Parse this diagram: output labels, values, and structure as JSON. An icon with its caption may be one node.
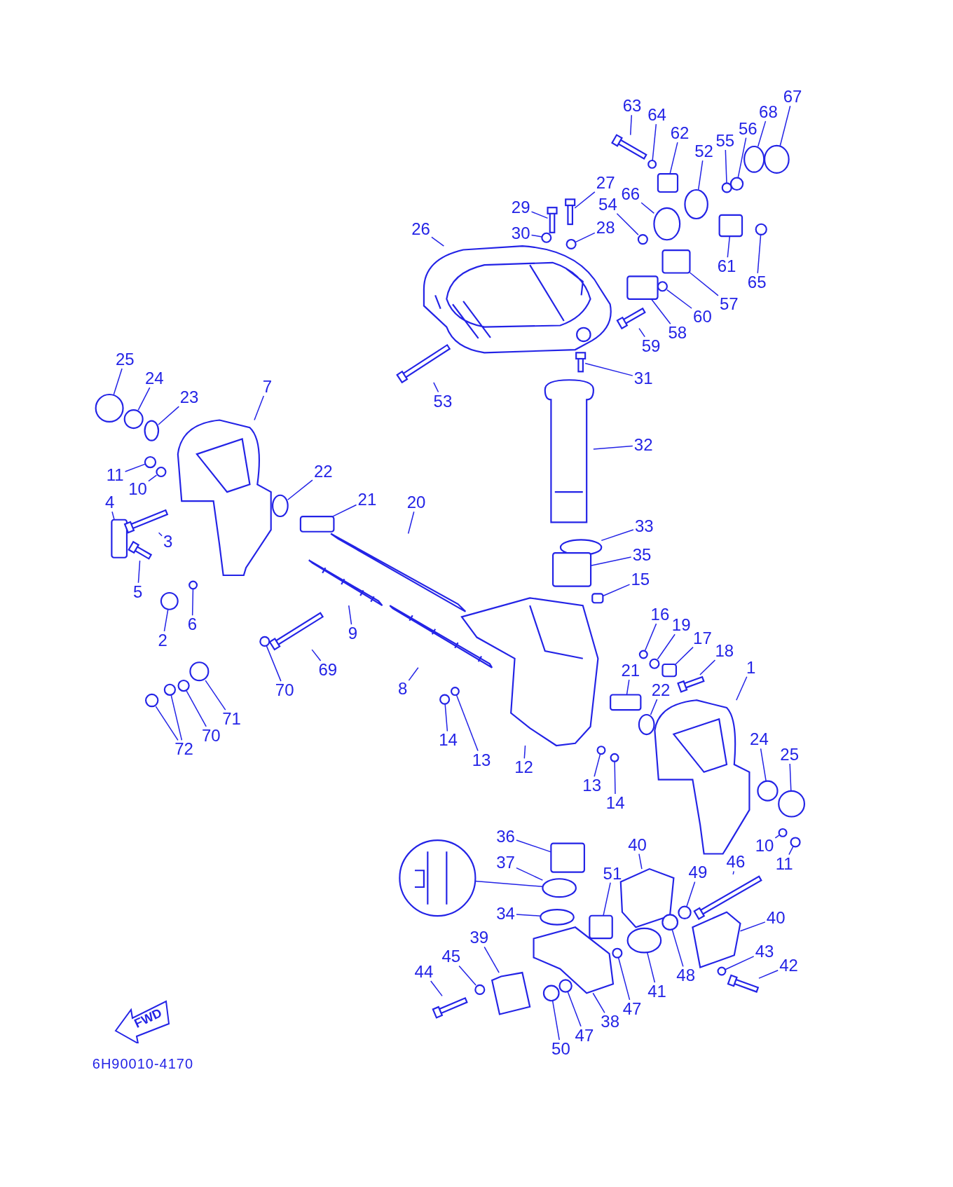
{
  "diagram": {
    "nodes": [
      {
        "text": [
          "63"
        ]
      },
      {
        "text": [
          "64"
        ]
      },
      {
        "text": [
          "67"
        ]
      },
      {
        "text": [
          "68"
        ]
      },
      {
        "text": [
          "62"
        ]
      },
      {
        "text": [
          "56"
        ]
      },
      {
        "text": [
          "55"
        ]
      },
      {
        "text": [
          "52"
        ]
      },
      {
        "text": [
          "27"
        ]
      },
      {
        "text": [
          "66"
        ]
      },
      {
        "text": [
          "54"
        ]
      },
      {
        "text": [
          "29"
        ]
      },
      {
        "text": [
          "26"
        ]
      },
      {
        "text": [
          "28"
        ]
      },
      {
        "text": [
          "30"
        ]
      },
      {
        "text": [
          "61"
        ]
      },
      {
        "text": [
          "65"
        ]
      },
      {
        "text": [
          "57"
        ]
      },
      {
        "text": [
          "60"
        ]
      },
      {
        "text": [
          "58"
        ]
      },
      {
        "text": [
          "59"
        ]
      },
      {
        "text": [
          "25"
        ]
      },
      {
        "text": [
          "31"
        ]
      },
      {
        "text": [
          "24"
        ]
      },
      {
        "text": [
          "23"
        ]
      },
      {
        "text": [
          "7"
        ]
      },
      {
        "text": [
          "53"
        ]
      },
      {
        "text": [
          "32"
        ]
      },
      {
        "text": [
          "22"
        ]
      },
      {
        "text": [
          "11"
        ]
      },
      {
        "text": [
          "10"
        ]
      },
      {
        "text": [
          "21"
        ]
      },
      {
        "text": [
          "4"
        ]
      },
      {
        "text": [
          "20"
        ]
      },
      {
        "text": [
          "33"
        ]
      },
      {
        "text": [
          "3"
        ]
      },
      {
        "text": [
          "35"
        ]
      },
      {
        "text": [
          "15"
        ]
      },
      {
        "text": [
          "5"
        ]
      },
      {
        "text": [
          "6"
        ]
      },
      {
        "text": [
          "16"
        ]
      },
      {
        "text": [
          "9"
        ]
      },
      {
        "text": [
          "19"
        ]
      },
      {
        "text": [
          "2"
        ]
      },
      {
        "text": [
          "17"
        ]
      },
      {
        "text": [
          "18"
        ]
      },
      {
        "text": [
          "1"
        ]
      },
      {
        "text": [
          "69"
        ]
      },
      {
        "text": [
          "21"
        ]
      },
      {
        "text": [
          "8"
        ]
      },
      {
        "text": [
          "70"
        ]
      },
      {
        "text": [
          "22"
        ]
      },
      {
        "text": [
          "71"
        ]
      },
      {
        "text": [
          "13"
        ]
      },
      {
        "text": [
          "70"
        ]
      },
      {
        "text": [
          "14"
        ]
      },
      {
        "text": [
          "24"
        ]
      },
      {
        "text": [
          "12"
        ]
      },
      {
        "text": [
          "72"
        ]
      },
      {
        "text": [
          "25"
        ]
      },
      {
        "text": [
          "13"
        ]
      },
      {
        "text": [
          "14"
        ]
      },
      {
        "text": [
          "36"
        ]
      },
      {
        "text": [
          "40"
        ]
      },
      {
        "text": [
          "10"
        ]
      },
      {
        "text": [
          "46"
        ]
      },
      {
        "text": [
          "37"
        ]
      },
      {
        "text": [
          "11"
        ]
      },
      {
        "text": [
          "51"
        ]
      },
      {
        "text": [
          "49"
        ]
      },
      {
        "text": [
          "34"
        ]
      },
      {
        "text": [
          "40"
        ]
      },
      {
        "text": [
          "39"
        ]
      },
      {
        "text": [
          "43"
        ]
      },
      {
        "text": [
          "45"
        ]
      },
      {
        "text": [
          "42"
        ]
      },
      {
        "text": [
          "44"
        ]
      },
      {
        "text": [
          "48"
        ]
      },
      {
        "text": [
          "41"
        ]
      },
      {
        "text": [
          "47"
        ]
      },
      {
        "text": [
          "38"
        ]
      },
      {
        "text": [
          "47"
        ]
      },
      {
        "text": [
          "50"
        ]
      },
      {
        "text": [
          "FWD"
        ]
      },
      {
        "text": [],
        "shape": "bar"
      },
      {
        "text": [],
        "shape": "circle"
      },
      {
        "text": [],
        "shape": "circle"
      },
      {
        "text": [],
        "shape": "circle"
      },
      {
        "text": [],
        "shape": "box"
      },
      {
        "text": [],
        "shape": "circle"
      },
      {
        "text": [],
        "shape": "circle"
      },
      {
        "text": [],
        "shape": "circle"
      },
      {
        "text": [],
        "shape": "bar"
      },
      {
        "text": [],
        "shape": "circle"
      },
      {
        "text": [],
        "shape": "circle"
      },
      {
        "text": [],
        "shape": "bar"
      },
      {
        "text": [],
        "shape": "picture"
      },
      {
        "text": [],
        "shape": "circle"
      },
      {
        "text": [],
        "shape": "circle"
      },
      {
        "text": [],
        "shape": "box"
      },
      {
        "text": [],
        "shape": "circle"
      },
      {
        "text": [],
        "shape": "box"
      },
      {
        "text": [],
        "shape": "circle"
      },
      {
        "text": [],
        "shape": "box"
      },
      {
        "text": [],
        "shape": "bar"
      },
      {
        "text": [],
        "shape": "circle"
      },
      {
        "text": [],
        "shape": "bar"
      },
      {
        "text": [],
        "shape": "circle"
      },
      {
        "text": [],
        "shape": "circle"
      },
      {
        "text": [],
        "shape": "picture"
      },
      {
        "text": [],
        "shape": "bar"
      },
      {
        "text": [],
        "shape": "picture"
      },
      {
        "text": [],
        "shape": "circle"
      },
      {
        "text": [],
        "shape": "circle"
      },
      {
        "text": [],
        "shape": "circle"
      },
      {
        "text": [],
        "shape": "box"
      },
      {
        "text": [],
        "shape": "box"
      },
      {
        "text": [],
        "shape": "picture"
      },
      {
        "text": [],
        "shape": "circle"
      },
      {
        "text": [],
        "shape": "bar"
      },
      {
        "text": [],
        "shape": "box"
      },
      {
        "text": [],
        "shape": "box"
      },
      {
        "text": [],
        "shape": "bar"
      },
      {
        "text": [],
        "shape": "circle"
      },
      {
        "text": [],
        "shape": "circle"
      },
      {
        "text": [],
        "shape": "picture"
      },
      {
        "text": [],
        "shape": "circle"
      },
      {
        "text": [],
        "shape": "circle"
      },
      {
        "text": [],
        "shape": "box"
      },
      {
        "text": [],
        "shape": "bar"
      },
      {
        "text": [],
        "shape": "picture"
      },
      {
        "text": [],
        "shape": "bar"
      },
      {
        "text": [],
        "shape": "box"
      },
      {
        "text": [],
        "shape": "picture"
      },
      {
        "text": [],
        "shape": "circle"
      },
      {
        "text": [],
        "shape": "circle"
      },
      {
        "text": [],
        "shape": "circle"
      },
      {
        "text": [],
        "shape": "circle"
      },
      {
        "text": [],
        "shape": "circle"
      },
      {
        "text": [],
        "shape": "circle"
      },
      {
        "text": [],
        "shape": "circle"
      },
      {
        "text": [],
        "shape": "picture"
      },
      {
        "text": [],
        "shape": "circle"
      },
      {
        "text": [],
        "shape": "circle"
      },
      {
        "text": [],
        "shape": "circle"
      },
      {
        "text": [],
        "shape": "circle"
      },
      {
        "text": [],
        "shape": "circle"
      },
      {
        "text": [],
        "shape": "box"
      },
      {
        "text": [],
        "shape": "picture"
      },
      {
        "text": [],
        "shape": "circle"
      },
      {
        "text": [],
        "shape": "bar"
      },
      {
        "text": [],
        "shape": "circle"
      },
      {
        "text": [],
        "shape": "circle"
      },
      {
        "text": [],
        "shape": "box"
      },
      {
        "text": [],
        "shape": "circle"
      },
      {
        "text": [],
        "shape": "circle"
      },
      {
        "text": [],
        "shape": "picture"
      },
      {
        "text": [],
        "shape": "picture"
      },
      {
        "text": [],
        "shape": "circle"
      },
      {
        "text": [],
        "shape": "circle"
      },
      {
        "text": [],
        "shape": "bar"
      },
      {
        "text": [],
        "shape": "bar"
      },
      {
        "text": [],
        "shape": "circle"
      },
      {
        "text": [],
        "shape": "circle"
      },
      {
        "text": [],
        "shape": "circle"
      },
      {
        "text": [],
        "shape": "picture"
      },
      {
        "text": [],
        "shape": "circle"
      },
      {
        "text": [],
        "shape": "circle"
      },
      {
        "text": [],
        "shape": "picture"
      }
    ],
    "edges": [
      {
        "from": 0,
        "to": 84,
        "arrow": "none"
      },
      {
        "from": 1,
        "to": 85,
        "arrow": "none"
      },
      {
        "from": 2,
        "to": 86,
        "arrow": "none"
      },
      {
        "from": 3,
        "to": 87,
        "arrow": "none"
      },
      {
        "from": 4,
        "to": 88,
        "arrow": "none"
      },
      {
        "from": 5,
        "to": 89,
        "arrow": "none"
      },
      {
        "from": 6,
        "to": 90,
        "arrow": "none"
      },
      {
        "from": 7,
        "to": 91,
        "arrow": "none"
      },
      {
        "from": 8,
        "to": 92,
        "arrow": "none"
      },
      {
        "from": 9,
        "to": 93,
        "arrow": "none"
      },
      {
        "from": 10,
        "to": 94,
        "arrow": "none"
      },
      {
        "from": 11,
        "to": 95,
        "arrow": "none"
      },
      {
        "from": 12,
        "to": 96,
        "arrow": "none"
      },
      {
        "from": 13,
        "to": 97,
        "arrow": "none"
      },
      {
        "from": 14,
        "to": 98,
        "arrow": "none"
      },
      {
        "from": 15,
        "to": 99,
        "arrow": "none"
      },
      {
        "from": 16,
        "to": 100,
        "arrow": "none"
      },
      {
        "from": 17,
        "to": 101,
        "arrow": "none"
      },
      {
        "from": 18,
        "to": 102,
        "arrow": "none"
      },
      {
        "from": 19,
        "to": 103,
        "arrow": "none"
      },
      {
        "from": 20,
        "to": 104,
        "arrow": "none"
      },
      {
        "from": 21,
        "to": 105,
        "arrow": "none"
      },
      {
        "from": 22,
        "to": 106,
        "arrow": "none"
      },
      {
        "from": 23,
        "to": 107,
        "arrow": "none"
      },
      {
        "from": 24,
        "to": 108,
        "arrow": "none"
      },
      {
        "from": 25,
        "to": 109,
        "arrow": "none"
      },
      {
        "from": 26,
        "to": 110,
        "arrow": "none"
      },
      {
        "from": 27,
        "to": 111,
        "arrow": "none"
      },
      {
        "from": 28,
        "to": 112,
        "arrow": "none"
      },
      {
        "from": 29,
        "to": 113,
        "arrow": "none"
      },
      {
        "from": 30,
        "to": 114,
        "arrow": "none"
      },
      {
        "from": 31,
        "to": 115,
        "arrow": "none"
      },
      {
        "from": 32,
        "to": 116,
        "arrow": "none"
      },
      {
        "from": 33,
        "to": 117,
        "arrow": "none"
      },
      {
        "from": 34,
        "to": 118,
        "arrow": "none"
      },
      {
        "from": 35,
        "to": 119,
        "arrow": "none"
      },
      {
        "from": 36,
        "to": 120,
        "arrow": "none"
      },
      {
        "from": 37,
        "to": 121,
        "arrow": "none"
      },
      {
        "from": 38,
        "to": 122,
        "arrow": "none"
      },
      {
        "from": 39,
        "to": 123,
        "arrow": "none"
      },
      {
        "from": 40,
        "to": 124,
        "arrow": "none"
      },
      {
        "from": 41,
        "to": 125,
        "arrow": "none"
      },
      {
        "from": 42,
        "to": 126,
        "arrow": "none"
      },
      {
        "from": 43,
        "to": 127,
        "arrow": "none"
      },
      {
        "from": 44,
        "to": 128,
        "arrow": "none"
      },
      {
        "from": 45,
        "to": 129,
        "arrow": "none"
      },
      {
        "from": 46,
        "to": 130,
        "arrow": "none"
      },
      {
        "from": 47,
        "to": 131,
        "arrow": "none"
      },
      {
        "from": 48,
        "to": 132,
        "arrow": "none"
      },
      {
        "from": 49,
        "to": 133,
        "arrow": "none"
      },
      {
        "from": 50,
        "to": 134,
        "arrow": "none"
      },
      {
        "from": 51,
        "to": 135,
        "arrow": "none"
      },
      {
        "from": 52,
        "to": 136,
        "arrow": "none"
      },
      {
        "from": 53,
        "to": 137,
        "arrow": "none"
      },
      {
        "from": 54,
        "to": 138,
        "arrow": "none"
      },
      {
        "from": 55,
        "to": 139,
        "arrow": "none"
      },
      {
        "from": 56,
        "to": 140,
        "arrow": "none"
      },
      {
        "from": 57,
        "to": 141,
        "arrow": "none"
      },
      {
        "from": 58,
        "to": 142,
        "arrow": "none"
      },
      {
        "from": 58,
        "to": 143,
        "arrow": "none"
      },
      {
        "from": 59,
        "to": 144,
        "arrow": "none"
      },
      {
        "from": 60,
        "to": 145,
        "arrow": "none"
      },
      {
        "from": 61,
        "to": 146,
        "arrow": "none"
      },
      {
        "from": 62,
        "to": 147,
        "arrow": "none"
      },
      {
        "from": 63,
        "to": 148,
        "arrow": "none"
      },
      {
        "from": 64,
        "to": 149,
        "arrow": "none"
      },
      {
        "from": 65,
        "to": 150,
        "arrow": "none"
      },
      {
        "from": 66,
        "to": 151,
        "arrow": "none"
      },
      {
        "from": 67,
        "to": 152,
        "arrow": "none"
      },
      {
        "from": 68,
        "to": 153,
        "arrow": "none"
      },
      {
        "from": 69,
        "to": 154,
        "arrow": "none"
      },
      {
        "from": 70,
        "to": 155,
        "arrow": "none"
      },
      {
        "from": 71,
        "to": 156,
        "arrow": "none"
      },
      {
        "from": 72,
        "to": 157,
        "arrow": "none"
      },
      {
        "from": 73,
        "to": 158,
        "arrow": "none"
      },
      {
        "from": 74,
        "to": 159,
        "arrow": "none"
      },
      {
        "from": 75,
        "to": 160,
        "arrow": "none"
      },
      {
        "from": 76,
        "to": 161,
        "arrow": "none"
      },
      {
        "from": 77,
        "to": 162,
        "arrow": "none"
      },
      {
        "from": 78,
        "to": 163,
        "arrow": "none"
      },
      {
        "from": 79,
        "to": 164,
        "arrow": "none"
      },
      {
        "from": 80,
        "to": 165,
        "arrow": "none"
      },
      {
        "from": 81,
        "to": 166,
        "arrow": "none"
      },
      {
        "from": 82,
        "to": 167,
        "arrow": "none"
      },
      {
        "from": 168,
        "to": 151,
        "arrow": "none"
      }
    ],
    "labels": [
      "6H90010-4170"
    ]
  }
}
